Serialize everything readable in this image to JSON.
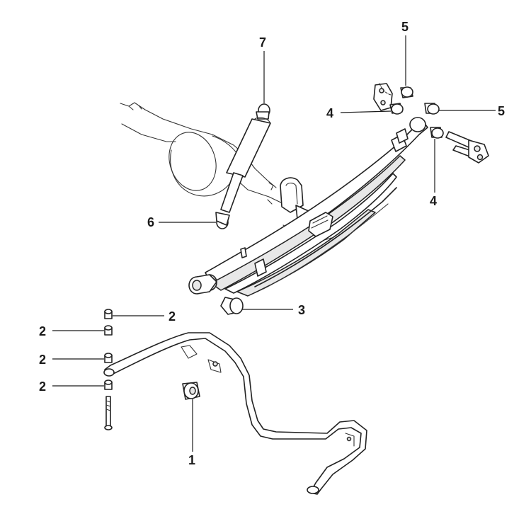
{
  "diagram": {
    "callouts": [
      {
        "id": "c7",
        "label": "7"
      },
      {
        "id": "c5a",
        "label": "5"
      },
      {
        "id": "c4a",
        "label": "4"
      },
      {
        "id": "c5b",
        "label": "5"
      },
      {
        "id": "c4b",
        "label": "4"
      },
      {
        "id": "c6",
        "label": "6"
      },
      {
        "id": "c3",
        "label": "3"
      },
      {
        "id": "c2a",
        "label": "2"
      },
      {
        "id": "c2b",
        "label": "2"
      },
      {
        "id": "c2c",
        "label": "2"
      },
      {
        "id": "c2d",
        "label": "2"
      },
      {
        "id": "c1",
        "label": "1"
      }
    ]
  }
}
